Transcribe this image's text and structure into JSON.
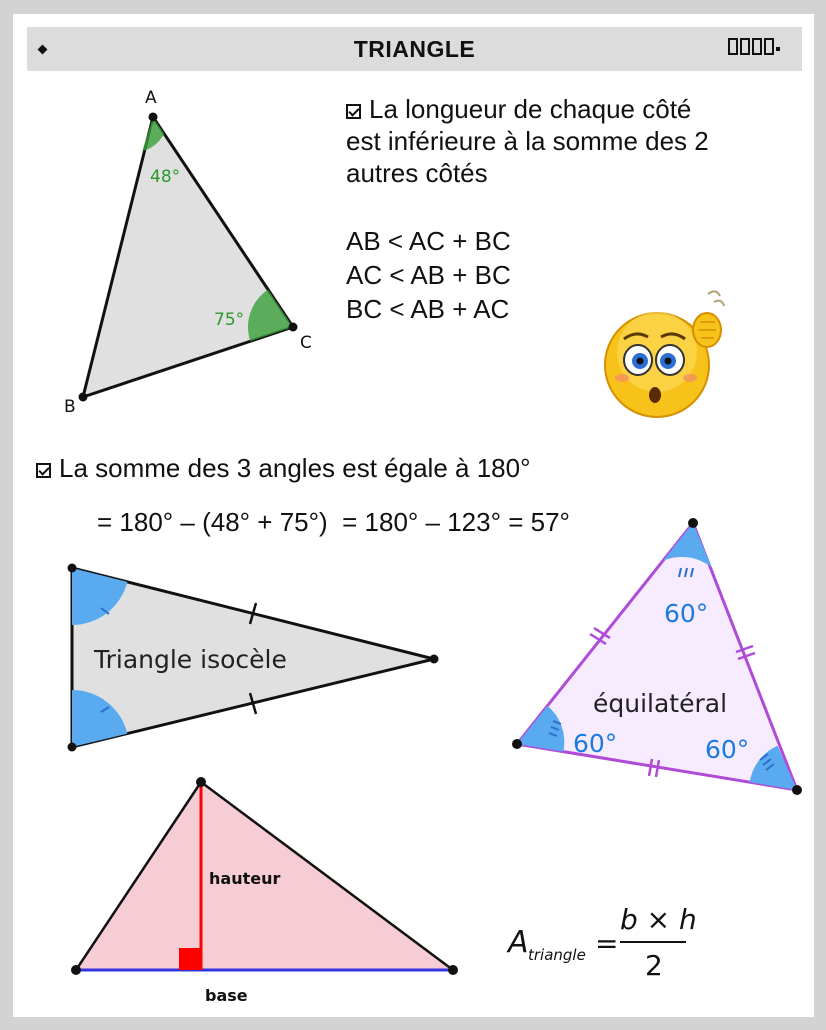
{
  "header": {
    "title": "TRIANGLE"
  },
  "triangle_abc": {
    "vertex_a": "A",
    "vertex_b": "B",
    "vertex_c": "C",
    "angle_a": "48°",
    "angle_c": "75°"
  },
  "inequality": {
    "lines": [
      "La longueur de chaque côté",
      "est inférieure à la somme des 2",
      "autres côtés"
    ],
    "formulas": [
      "AB < AC + BC",
      "AC < AB + BC",
      "BC < AB + AC"
    ]
  },
  "angle_sum": {
    "statement": "La somme des 3 angles est égale à 180°",
    "calculation": "= 180° – (48° + 75°)  = 180° – 123° = 57°"
  },
  "isosceles": {
    "label": "Triangle isocèle"
  },
  "equilateral": {
    "label": "équilatéral",
    "angle_top": "60°",
    "angle_left": "60°",
    "angle_right": "60°"
  },
  "area_triangle": {
    "height_label": "hauteur",
    "base_label": "base",
    "formula_lhs": "A",
    "formula_subscript": "triangle",
    "formula_numerator": "b × h",
    "formula_denominator": "2"
  },
  "colors": {
    "triangle_fill": "#e0e0e0",
    "green_angle": "#3aa03a",
    "blue_angle": "#5aaaf0",
    "purple_edge": "#b04ad8",
    "pink_fill": "#f6cdd4",
    "red_height": "#ff0000",
    "blue_base": "#3333dd"
  }
}
